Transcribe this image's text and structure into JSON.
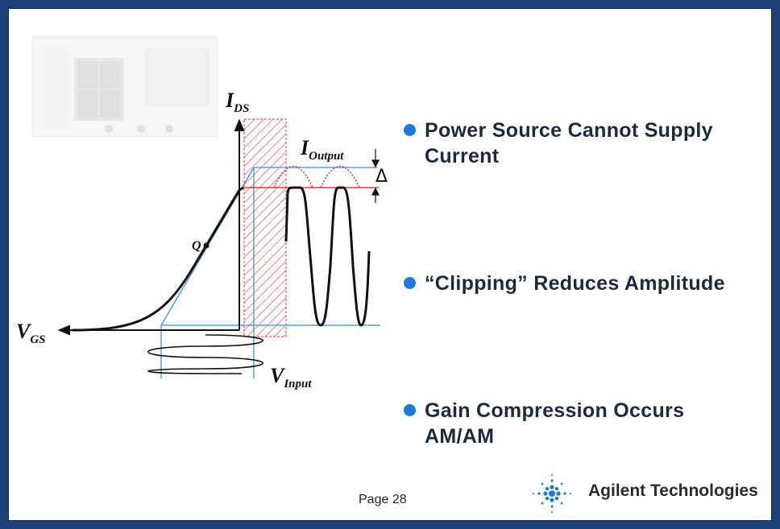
{
  "bullets": [
    "Power Source Cannot Supply Current",
    "“Clipping” Reduces Amplitude",
    "Gain Compression Occurs AM/AM"
  ],
  "diagram": {
    "y_axis_label": "I",
    "y_axis_sub": "DS",
    "x_axis_label": "V",
    "x_axis_sub": "GS",
    "output_label": "I",
    "output_sub": "Output",
    "input_label": "V",
    "input_sub": "Input",
    "q_label": "Q",
    "delta_label": "Δ"
  },
  "footer": {
    "page": "Page 28",
    "company": "Agilent Technologies"
  },
  "colors": {
    "slide_border": "#1d3f78",
    "bullet_dot": "#1e7ad8",
    "load_line": "#3b8fd6",
    "clip_hatch": "#e8303a",
    "clip_line": "#c81e1e"
  },
  "icons": [
    "instrument-image",
    "agilent-spark-logo"
  ]
}
